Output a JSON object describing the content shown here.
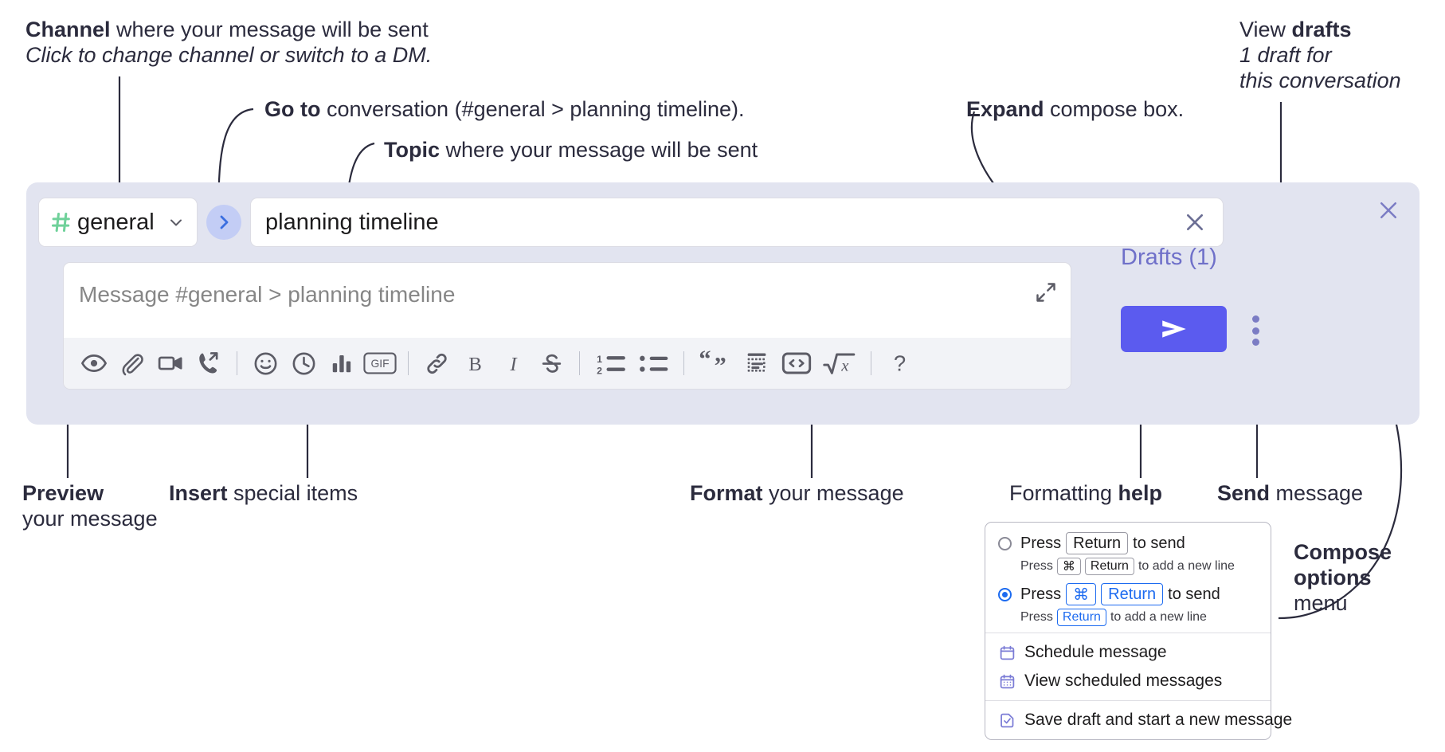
{
  "annotations": {
    "channel": {
      "bold": "Channel",
      "rest": " where your message will be sent",
      "italic": "Click to change channel or switch to a DM."
    },
    "goto": {
      "bold": "Go to",
      "rest": " conversation (#general > planning timeline)."
    },
    "topic": {
      "bold": "Topic",
      "rest": " where your message will be sent"
    },
    "expand": {
      "bold": "Expand",
      "rest": " compose box."
    },
    "drafts": {
      "prefix": "View ",
      "bold": "drafts",
      "italic_line1": "1 draft for",
      "italic_line2": "this conversation"
    },
    "preview": {
      "bold": "Preview",
      "line2": "your message"
    },
    "insert": {
      "bold": "Insert",
      "rest": " special items"
    },
    "format": {
      "bold": "Format",
      "rest": " your message"
    },
    "help": {
      "prefix": "Formatting ",
      "bold": "help"
    },
    "send": {
      "bold": "Send",
      "rest": " message"
    },
    "compose_options": {
      "line1": "Compose",
      "line2": "options",
      "line3": "menu"
    }
  },
  "compose": {
    "channel": {
      "name": "general",
      "hash_icon": "hash-icon",
      "chevron_icon": "chevron-down-icon"
    },
    "goto_button": {
      "icon": "chevron-right-icon"
    },
    "topic": {
      "value": "planning timeline",
      "clear_icon": "close-icon"
    },
    "message": {
      "placeholder": "Message #general > planning timeline",
      "expand_icon": "expand-icon"
    },
    "panel_close_icon": "close-icon",
    "drafts_label": "Drafts (1)",
    "send_icon": "send-arrow-icon",
    "kebab_icon": "more-vertical-icon",
    "toolbar": {
      "insert_group": [
        {
          "name": "preview-icon",
          "label": "Preview"
        },
        {
          "name": "attachment-icon",
          "label": "Attach file"
        },
        {
          "name": "video-camera-icon",
          "label": "Record video clip"
        },
        {
          "name": "phone-forward-icon",
          "label": "Record audio clip"
        },
        {
          "name": "emoji-icon",
          "label": "Emoji"
        },
        {
          "name": "clock-icon",
          "label": "Reminder"
        },
        {
          "name": "bar-chart-icon",
          "label": "Poll"
        },
        {
          "name": "gif-icon",
          "label": "GIF"
        }
      ],
      "format_group": [
        {
          "name": "link-icon",
          "label": "Link"
        },
        {
          "name": "bold-icon",
          "label": "B"
        },
        {
          "name": "italic-icon",
          "label": "I"
        },
        {
          "name": "strikethrough-icon",
          "label": "Strikethrough"
        },
        {
          "name": "ordered-list-icon",
          "label": "Ordered list"
        },
        {
          "name": "bulleted-list-icon",
          "label": "Bulleted list"
        },
        {
          "name": "blockquote-icon",
          "label": "Blockquote"
        },
        {
          "name": "code-block-icon",
          "label": "Code block"
        },
        {
          "name": "code-icon",
          "label": "Code"
        },
        {
          "name": "math-icon",
          "label": "Math"
        }
      ],
      "help_icon": {
        "name": "help-icon",
        "label": "?"
      }
    },
    "colors": {
      "panel_bg": "#e2e4f0",
      "send_button": "#5b5bef",
      "hash_green": "#6fd19a",
      "goto_circle": "#c3cdf5",
      "drafts_text": "#6f70c9",
      "accent_blue": "#1d6bf0"
    }
  },
  "menu": {
    "options": [
      {
        "selected": false,
        "main_prefix": "Press",
        "main_key": "Return",
        "main_suffix": "to send",
        "sub_prefix": "Press",
        "sub_key1": "⌘",
        "sub_key2": "Return",
        "sub_suffix": "to add a new line"
      },
      {
        "selected": true,
        "main_prefix": "Press",
        "main_key1": "⌘",
        "main_key2": "Return",
        "main_suffix": "to send",
        "sub_prefix": "Press",
        "sub_key": "Return",
        "sub_suffix": "to add a new line"
      }
    ],
    "items": [
      {
        "icon": "calendar-clock-icon",
        "label": "Schedule message"
      },
      {
        "icon": "calendar-grid-icon",
        "label": "View scheduled messages"
      },
      {
        "icon": "save-draft-icon",
        "label": "Save draft and start a new message"
      }
    ]
  }
}
